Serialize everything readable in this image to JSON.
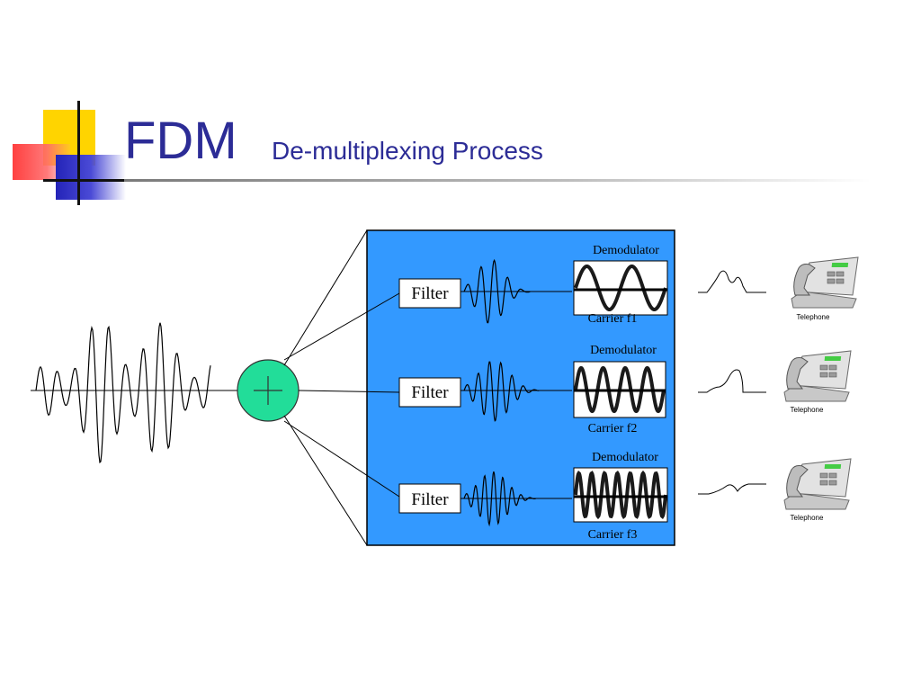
{
  "header": {
    "title": "FDM",
    "subtitle": "De-multiplexing Process"
  },
  "colors": {
    "title": "#2c2c96",
    "panel": "#3399ff",
    "combiner": "#22dd99",
    "logo_yellow": "#ffd400",
    "logo_red": "#ff2a2a",
    "logo_blue": "#2424b8"
  },
  "channels": [
    {
      "filter_label": "Filter",
      "demod_label": "Demodulator",
      "carrier_label": "Carrier f1",
      "phone_label": "Telephone"
    },
    {
      "filter_label": "Filter",
      "demod_label": "Demodulator",
      "carrier_label": "Carrier f2",
      "phone_label": "Telephone"
    },
    {
      "filter_label": "Filter",
      "demod_label": "Demodulator",
      "carrier_label": "Carrier f3",
      "phone_label": "Telephone"
    }
  ],
  "icons": {
    "combiner": "plus-circle-icon",
    "telephone": "telephone-icon"
  }
}
